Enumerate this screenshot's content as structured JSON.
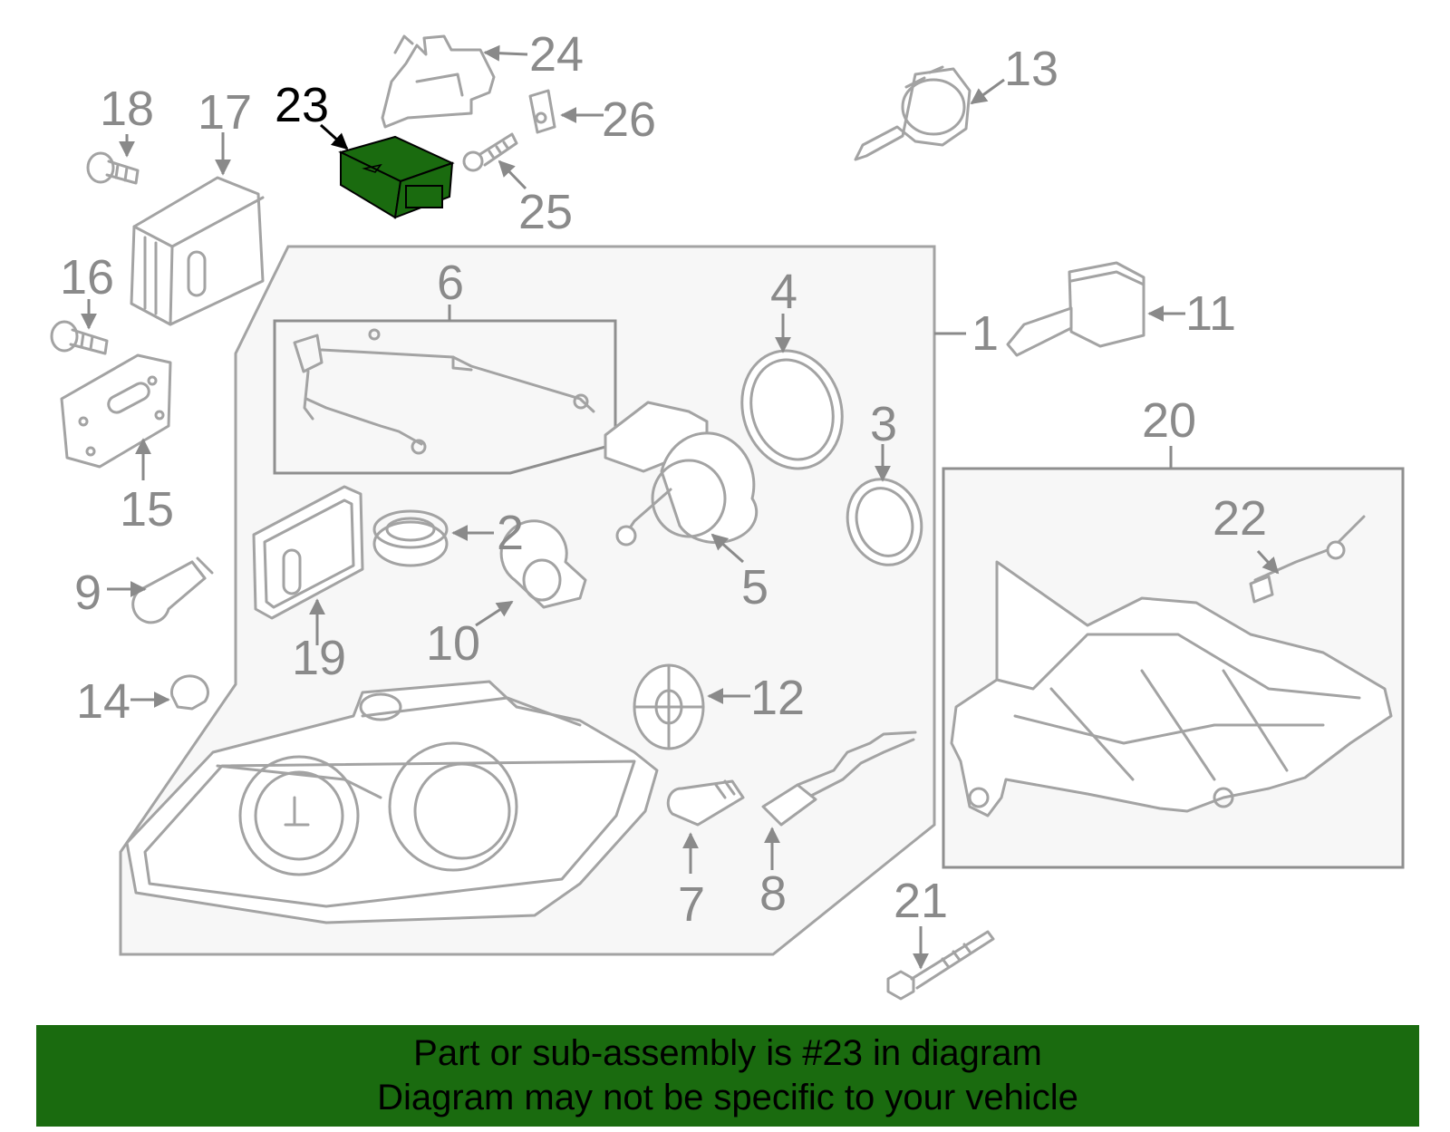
{
  "colors": {
    "highlight": "#1a6b0f",
    "banner": "#1a6b0f",
    "line": "#a3a3a3",
    "callout": "#8a8a8a",
    "active_callout": "#000000"
  },
  "callouts": {
    "c1": "1",
    "c2": "2",
    "c3": "3",
    "c4": "4",
    "c5": "5",
    "c6": "6",
    "c7": "7",
    "c8": "8",
    "c9": "9",
    "c10": "10",
    "c11": "11",
    "c12": "12",
    "c13": "13",
    "c14": "14",
    "c15": "15",
    "c16": "16",
    "c17": "17",
    "c18": "18",
    "c19": "19",
    "c20": "20",
    "c21": "21",
    "c22": "22",
    "c23": "23",
    "c24": "24",
    "c25": "25",
    "c26": "26"
  },
  "highlighted_part": "23",
  "banner": {
    "line1": "Part or sub-assembly is #23 in diagram",
    "line2": "Diagram may not be specific to your vehicle"
  }
}
